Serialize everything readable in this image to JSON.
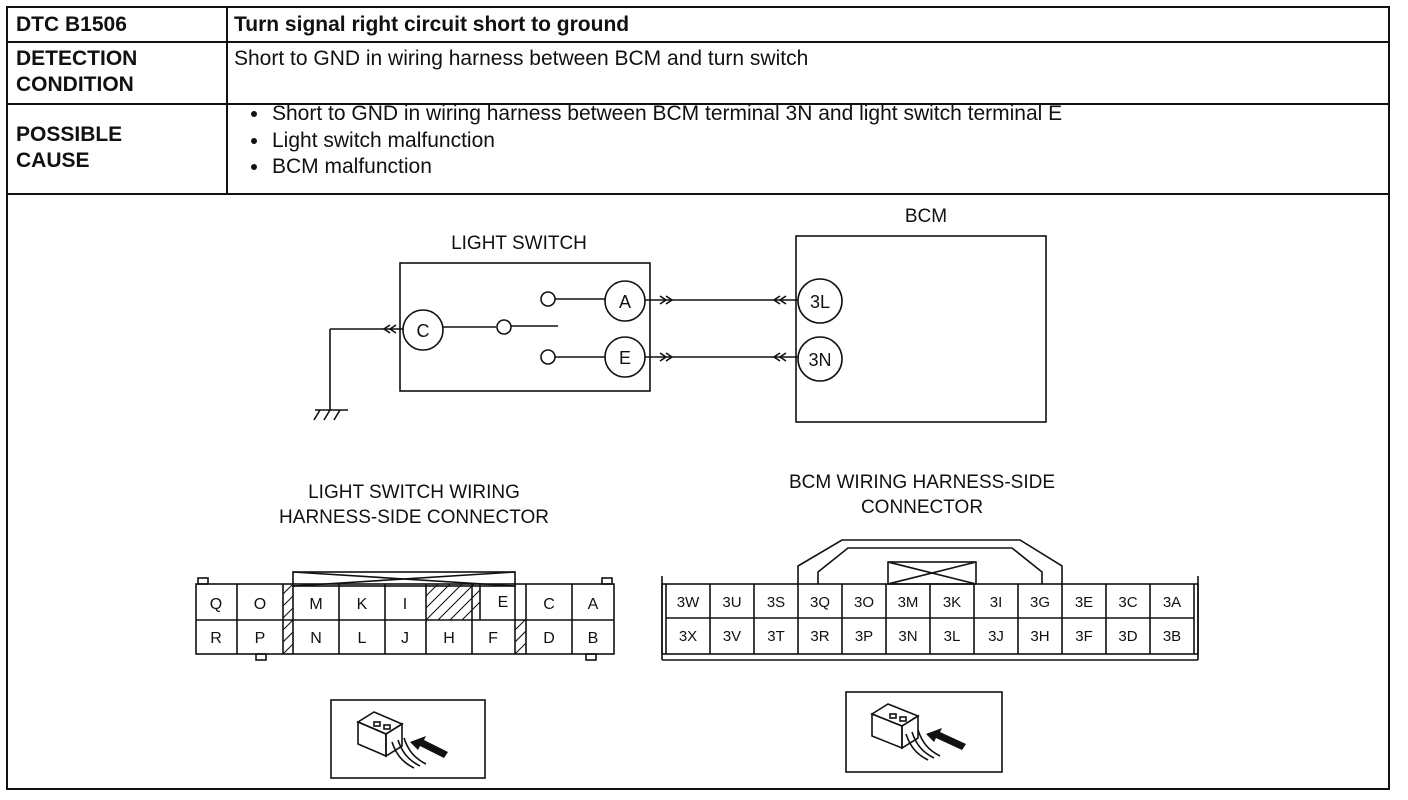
{
  "header": {
    "dtc_label": "DTC B1506",
    "dtc_title": "Turn signal right circuit short to ground"
  },
  "detection": {
    "label_line1": "DETECTION",
    "label_line2": "CONDITION",
    "text": "Short to GND in wiring harness between BCM and turn switch"
  },
  "possible_cause": {
    "label_line1": "POSSIBLE",
    "label_line2": "CAUSE",
    "items": [
      "Short to GND in wiring harness between BCM terminal 3N and light switch terminal E",
      "Light switch malfunction",
      "BCM malfunction"
    ]
  },
  "schematic": {
    "light_switch_label": "LIGHT SWITCH",
    "bcm_label": "BCM",
    "terminals": {
      "c": "C",
      "a": "A",
      "e": "E",
      "bcm_a": "3L",
      "bcm_e": "3N"
    }
  },
  "light_switch_connector": {
    "title_line1": "LIGHT SWITCH WIRING",
    "title_line2": "HARNESS-SIDE CONNECTOR",
    "top_row": [
      "Q",
      "O",
      "",
      "M",
      "K",
      "I",
      "",
      "E",
      "C",
      "A"
    ],
    "bottom_row": [
      "R",
      "P",
      "",
      "N",
      "L",
      "J",
      "H",
      "F",
      "",
      "D",
      "B"
    ]
  },
  "bcm_connector": {
    "title_line1": "BCM WIRING HARNESS-SIDE",
    "title_line2": "CONNECTOR",
    "top_row": [
      "3W",
      "3U",
      "3S",
      "3Q",
      "3O",
      "3M",
      "3K",
      "3I",
      "3G",
      "3E",
      "3C",
      "3A"
    ],
    "bottom_row": [
      "3X",
      "3V",
      "3T",
      "3R",
      "3P",
      "3N",
      "3L",
      "3J",
      "3H",
      "3F",
      "3D",
      "3B"
    ]
  },
  "icons": [
    "connector-view-icon",
    "arrow-icon",
    "ground-icon"
  ]
}
